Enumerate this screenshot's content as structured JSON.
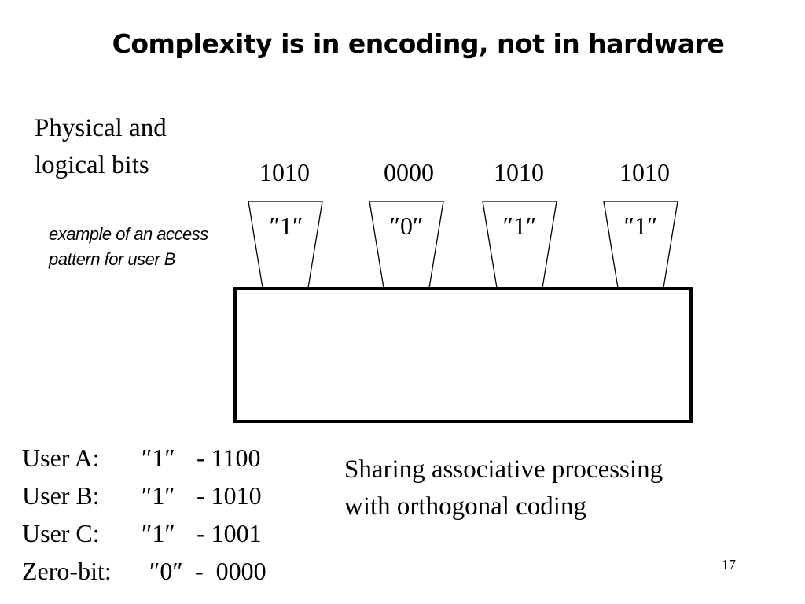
{
  "slide": {
    "title": "Complexity is in encoding, not in hardware",
    "heading_lines": [
      "Physical and",
      "logical bits"
    ],
    "note_lines": [
      "example of an access",
      "pattern for user B"
    ],
    "codes": [
      "1010",
      "0000",
      "1010",
      "1010"
    ],
    "bits": [
      "″1″",
      "″0″",
      "″1″",
      "″1″"
    ],
    "users": [
      {
        "label": "User A:",
        "bit": "″1″",
        "code": "- 1100"
      },
      {
        "label": "User B:",
        "bit": "″1″",
        "code": "- 1010"
      },
      {
        "label": "User C:",
        "bit": "″1″",
        "code": "- 1001"
      },
      {
        "label": "Zero-bit:",
        "bit": "″0″",
        "code": "-  0000"
      }
    ],
    "caption_lines": [
      "Sharing associative processing",
      "with orthogonal coding"
    ],
    "page_number": "17"
  }
}
